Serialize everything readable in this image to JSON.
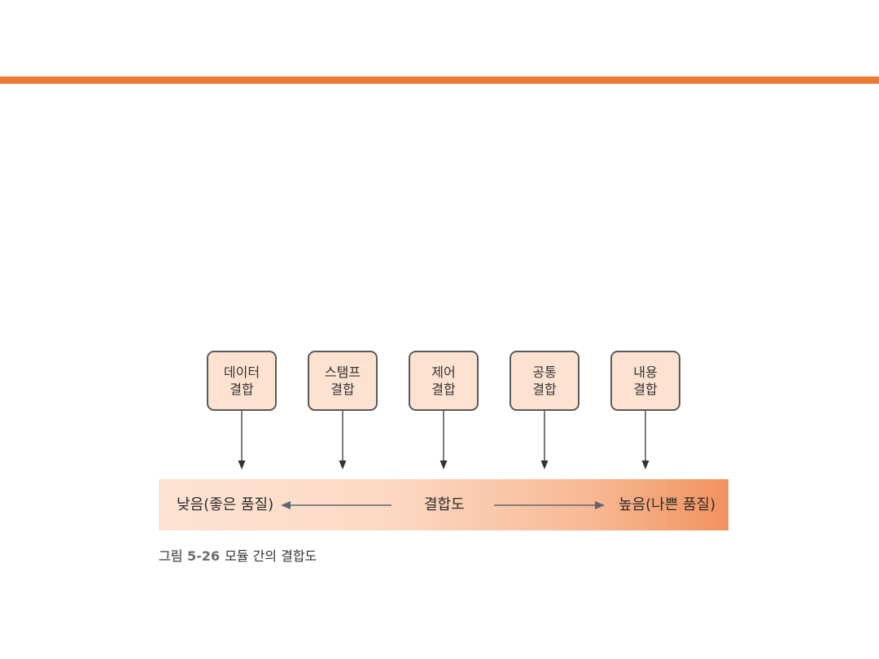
{
  "colors": {
    "accent_bar": "#ee7a31",
    "box_fill": "#fde2d1",
    "box_border": "#5a5a5a",
    "gradient_end": "#f1925e"
  },
  "coupling_types": [
    {
      "line1": "데이터",
      "line2": "결합"
    },
    {
      "line1": "스탬프",
      "line2": "결합"
    },
    {
      "line1": "제어",
      "line2": "결합"
    },
    {
      "line1": "공통",
      "line2": "결합"
    },
    {
      "line1": "내용",
      "line2": "결합"
    }
  ],
  "scale": {
    "low_label": "낮음(좋은 품질)",
    "center_label": "결합도",
    "high_label": "높음(나쁜 품질)"
  },
  "caption": {
    "figure_number": "그림 5-26",
    "title": "모듈 간의 결합도"
  }
}
